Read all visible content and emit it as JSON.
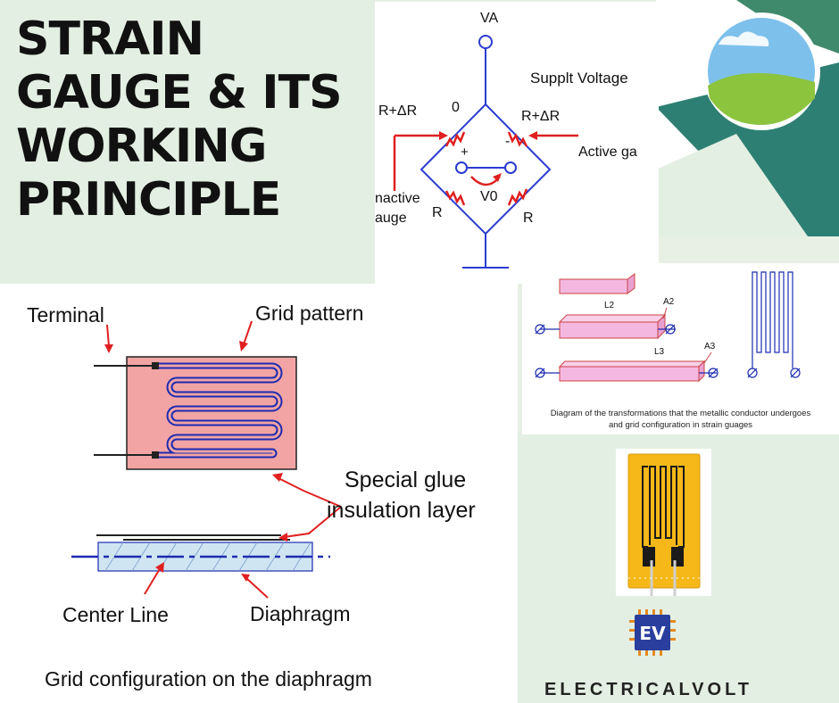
{
  "title": {
    "line1": "STRAIN",
    "line2": "GAUGE & ITS",
    "line3": "WORKING",
    "line4": "PRINCIPLE"
  },
  "bridge": {
    "va": "VA",
    "supply": "Supplt Voltage",
    "r_plus_dr_left": "R+ΔR",
    "zero": "0",
    "r_plus_dr_right": "R+ΔR",
    "minus": "-",
    "plus": "+",
    "active": "Active  ga",
    "inactive_1": "nactive",
    "inactive_2": "auge",
    "r_left": "R",
    "v0": "V0",
    "r_right": "R"
  },
  "grid": {
    "terminal": "Terminal",
    "grid_pattern": "Grid pattern",
    "glue_1": "Special glue",
    "glue_2": "insulation layer",
    "center_line": "Center Line",
    "diaphragm": "Diaphragm",
    "caption": "Grid configuration on the diaphragm"
  },
  "transform": {
    "l2": "L2",
    "a2": "A2",
    "l3": "L3",
    "a3": "A3",
    "caption_1": "Diagram of the transformations that the metallic conductor undergoes",
    "caption_2": "and grid configuration in strain guages"
  },
  "logo": {
    "text": "EV"
  },
  "brand": "ELECTRICALVOLT",
  "colors": {
    "red": "#e02020",
    "pink_fill": "#f2a4a4",
    "magenta_fill": "#f4b8e0",
    "blue_line": "#1d2bb0",
    "bridge_blue": "#2c3bd0",
    "gauge_yellow": "#f5b818"
  }
}
